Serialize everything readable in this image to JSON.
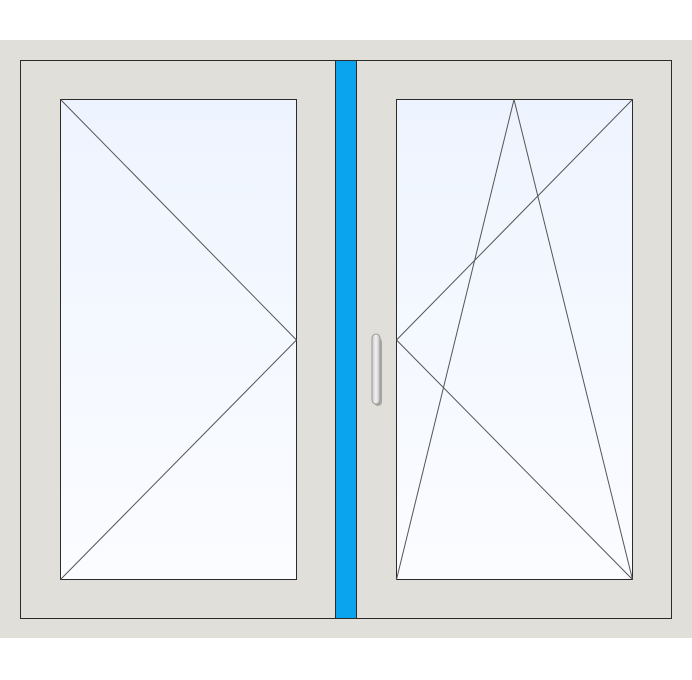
{
  "window": {
    "layout": "two-sash",
    "left_sash": {
      "opening": "turn",
      "hinge_side": "left"
    },
    "right_sash": {
      "opening": "tilt-turn",
      "hinge_side": "right",
      "has_handle": true
    },
    "colors": {
      "frame": "#e1dfd9",
      "outline": "#2b2b2b",
      "mullion": "#0aa4ee",
      "glass_top": "#eef4ff",
      "glass_bottom": "#fbfcff",
      "indicator_line": "#555555",
      "handle": "#f2f2f2"
    }
  }
}
